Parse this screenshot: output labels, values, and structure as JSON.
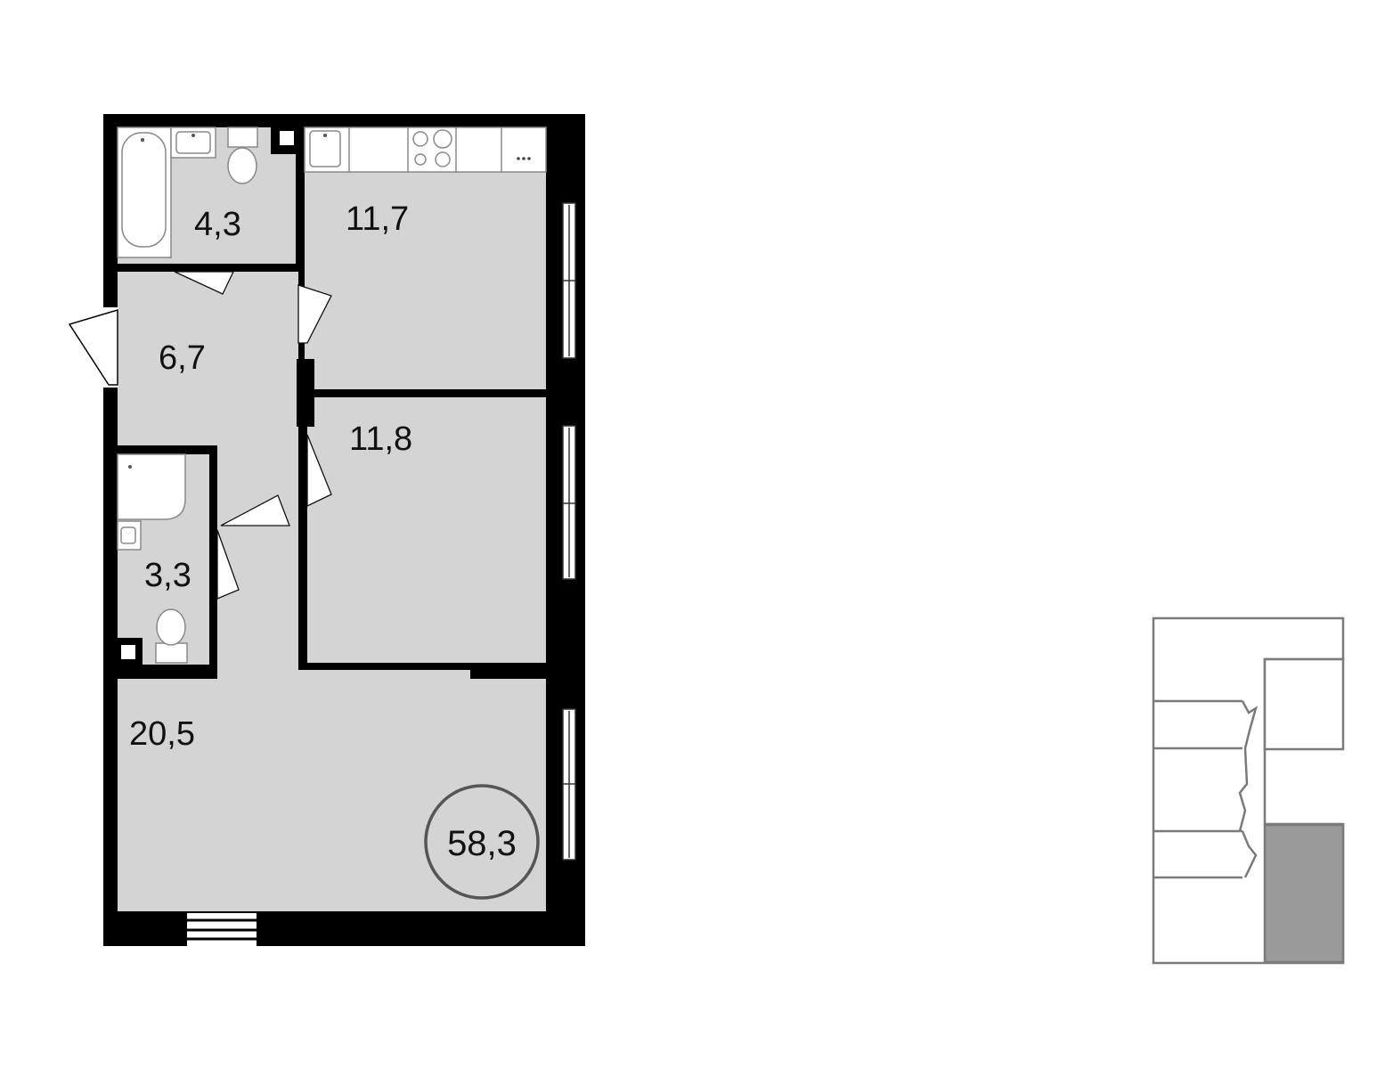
{
  "floorplan": {
    "total_area": "58,3",
    "rooms": [
      {
        "id": "bathroom",
        "area": "4,3"
      },
      {
        "id": "kitchen",
        "area": "11,7"
      },
      {
        "id": "hallway",
        "area": "6,7"
      },
      {
        "id": "bedroom",
        "area": "11,8"
      },
      {
        "id": "wc",
        "area": "3,3"
      },
      {
        "id": "living-room",
        "area": "20,5"
      }
    ]
  },
  "colors": {
    "floor": "#d4d4d4",
    "wall": "#000000",
    "fixture": "#8a8a8a",
    "highlight": "#9a9a9a",
    "outline": "#7a7a7a"
  }
}
